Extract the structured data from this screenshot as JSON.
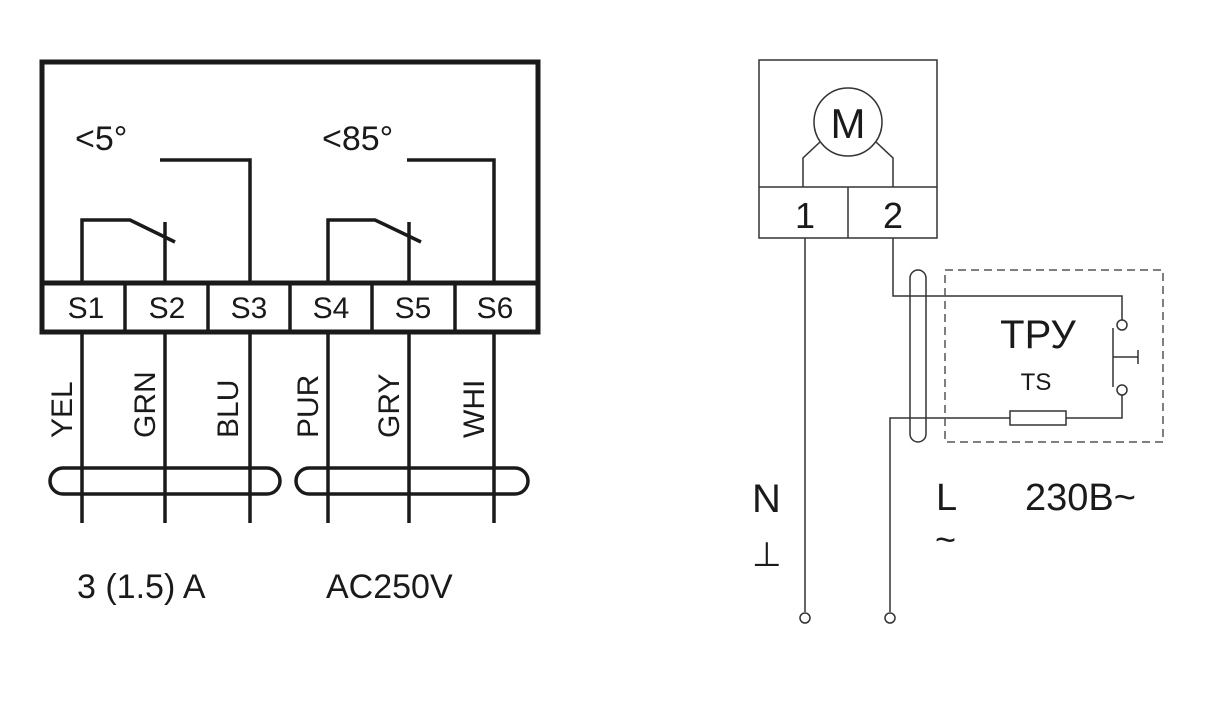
{
  "switch_block": {
    "threshold_low": "<5°",
    "threshold_high": "<85°",
    "terminals": [
      "S1",
      "S2",
      "S3",
      "S4",
      "S5",
      "S6"
    ],
    "wires": [
      "YEL",
      "GRN",
      "BLU",
      "PUR",
      "GRY",
      "WHI"
    ],
    "rating_current": "3 (1.5) A",
    "rating_voltage": "AC250V"
  },
  "motor_circuit": {
    "motor_label": "M",
    "motor_terminals": [
      "1",
      "2"
    ],
    "controller_label": "ТРУ",
    "controller_sub": "TS",
    "neutral_label": "N",
    "neutral_symbol": "⊥",
    "line_label": "L",
    "line_symbol": "~",
    "supply_voltage": "230В~"
  }
}
